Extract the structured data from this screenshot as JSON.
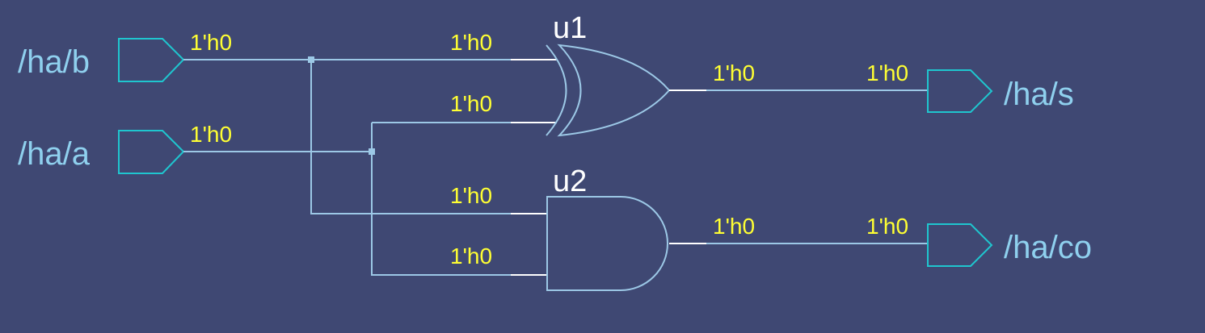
{
  "ports": {
    "in_b": "/ha/b",
    "in_a": "/ha/a",
    "out_s": "/ha/s",
    "out_co": "/ha/co"
  },
  "instances": {
    "xor": "u1",
    "and": "u2"
  },
  "values": {
    "net_b": "1'h0",
    "net_a": "1'h0",
    "u1_in0": "1'h0",
    "u1_in1": "1'h0",
    "u2_in0": "1'h0",
    "u2_in1": "1'h0",
    "u1_out": "1'h0",
    "s_in": "1'h0",
    "u2_out": "1'h0",
    "co_in": "1'h0"
  },
  "colors": {
    "background": "#3f4873",
    "wire": "#9cc8e6",
    "port": "#1fc6cf",
    "value": "#ffff33",
    "port_label": "#8fd0ee",
    "instance_label": "#ffffff"
  }
}
